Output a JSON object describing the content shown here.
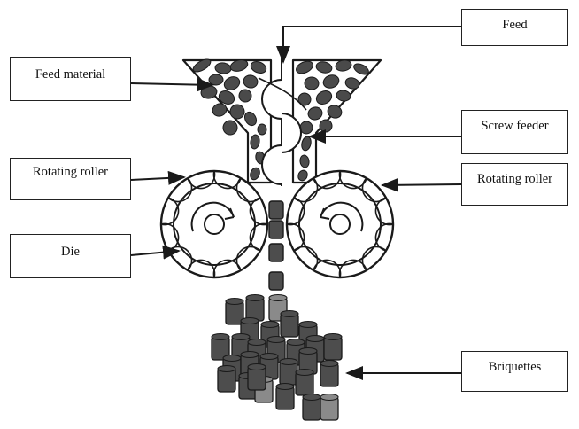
{
  "labels": {
    "feed": "Feed",
    "feed_material": "Feed material",
    "screw_feeder": "Screw feeder",
    "rotating_roller_left": "Rotating roller",
    "rotating_roller_right": "Rotating roller",
    "die": "Die",
    "briquettes": "Briquettes"
  },
  "colors": {
    "stroke": "#1a1a1a",
    "material": "#4a4a4a",
    "briquette_dark": "#4d4d4d",
    "briquette_light": "#8a8a8a"
  }
}
